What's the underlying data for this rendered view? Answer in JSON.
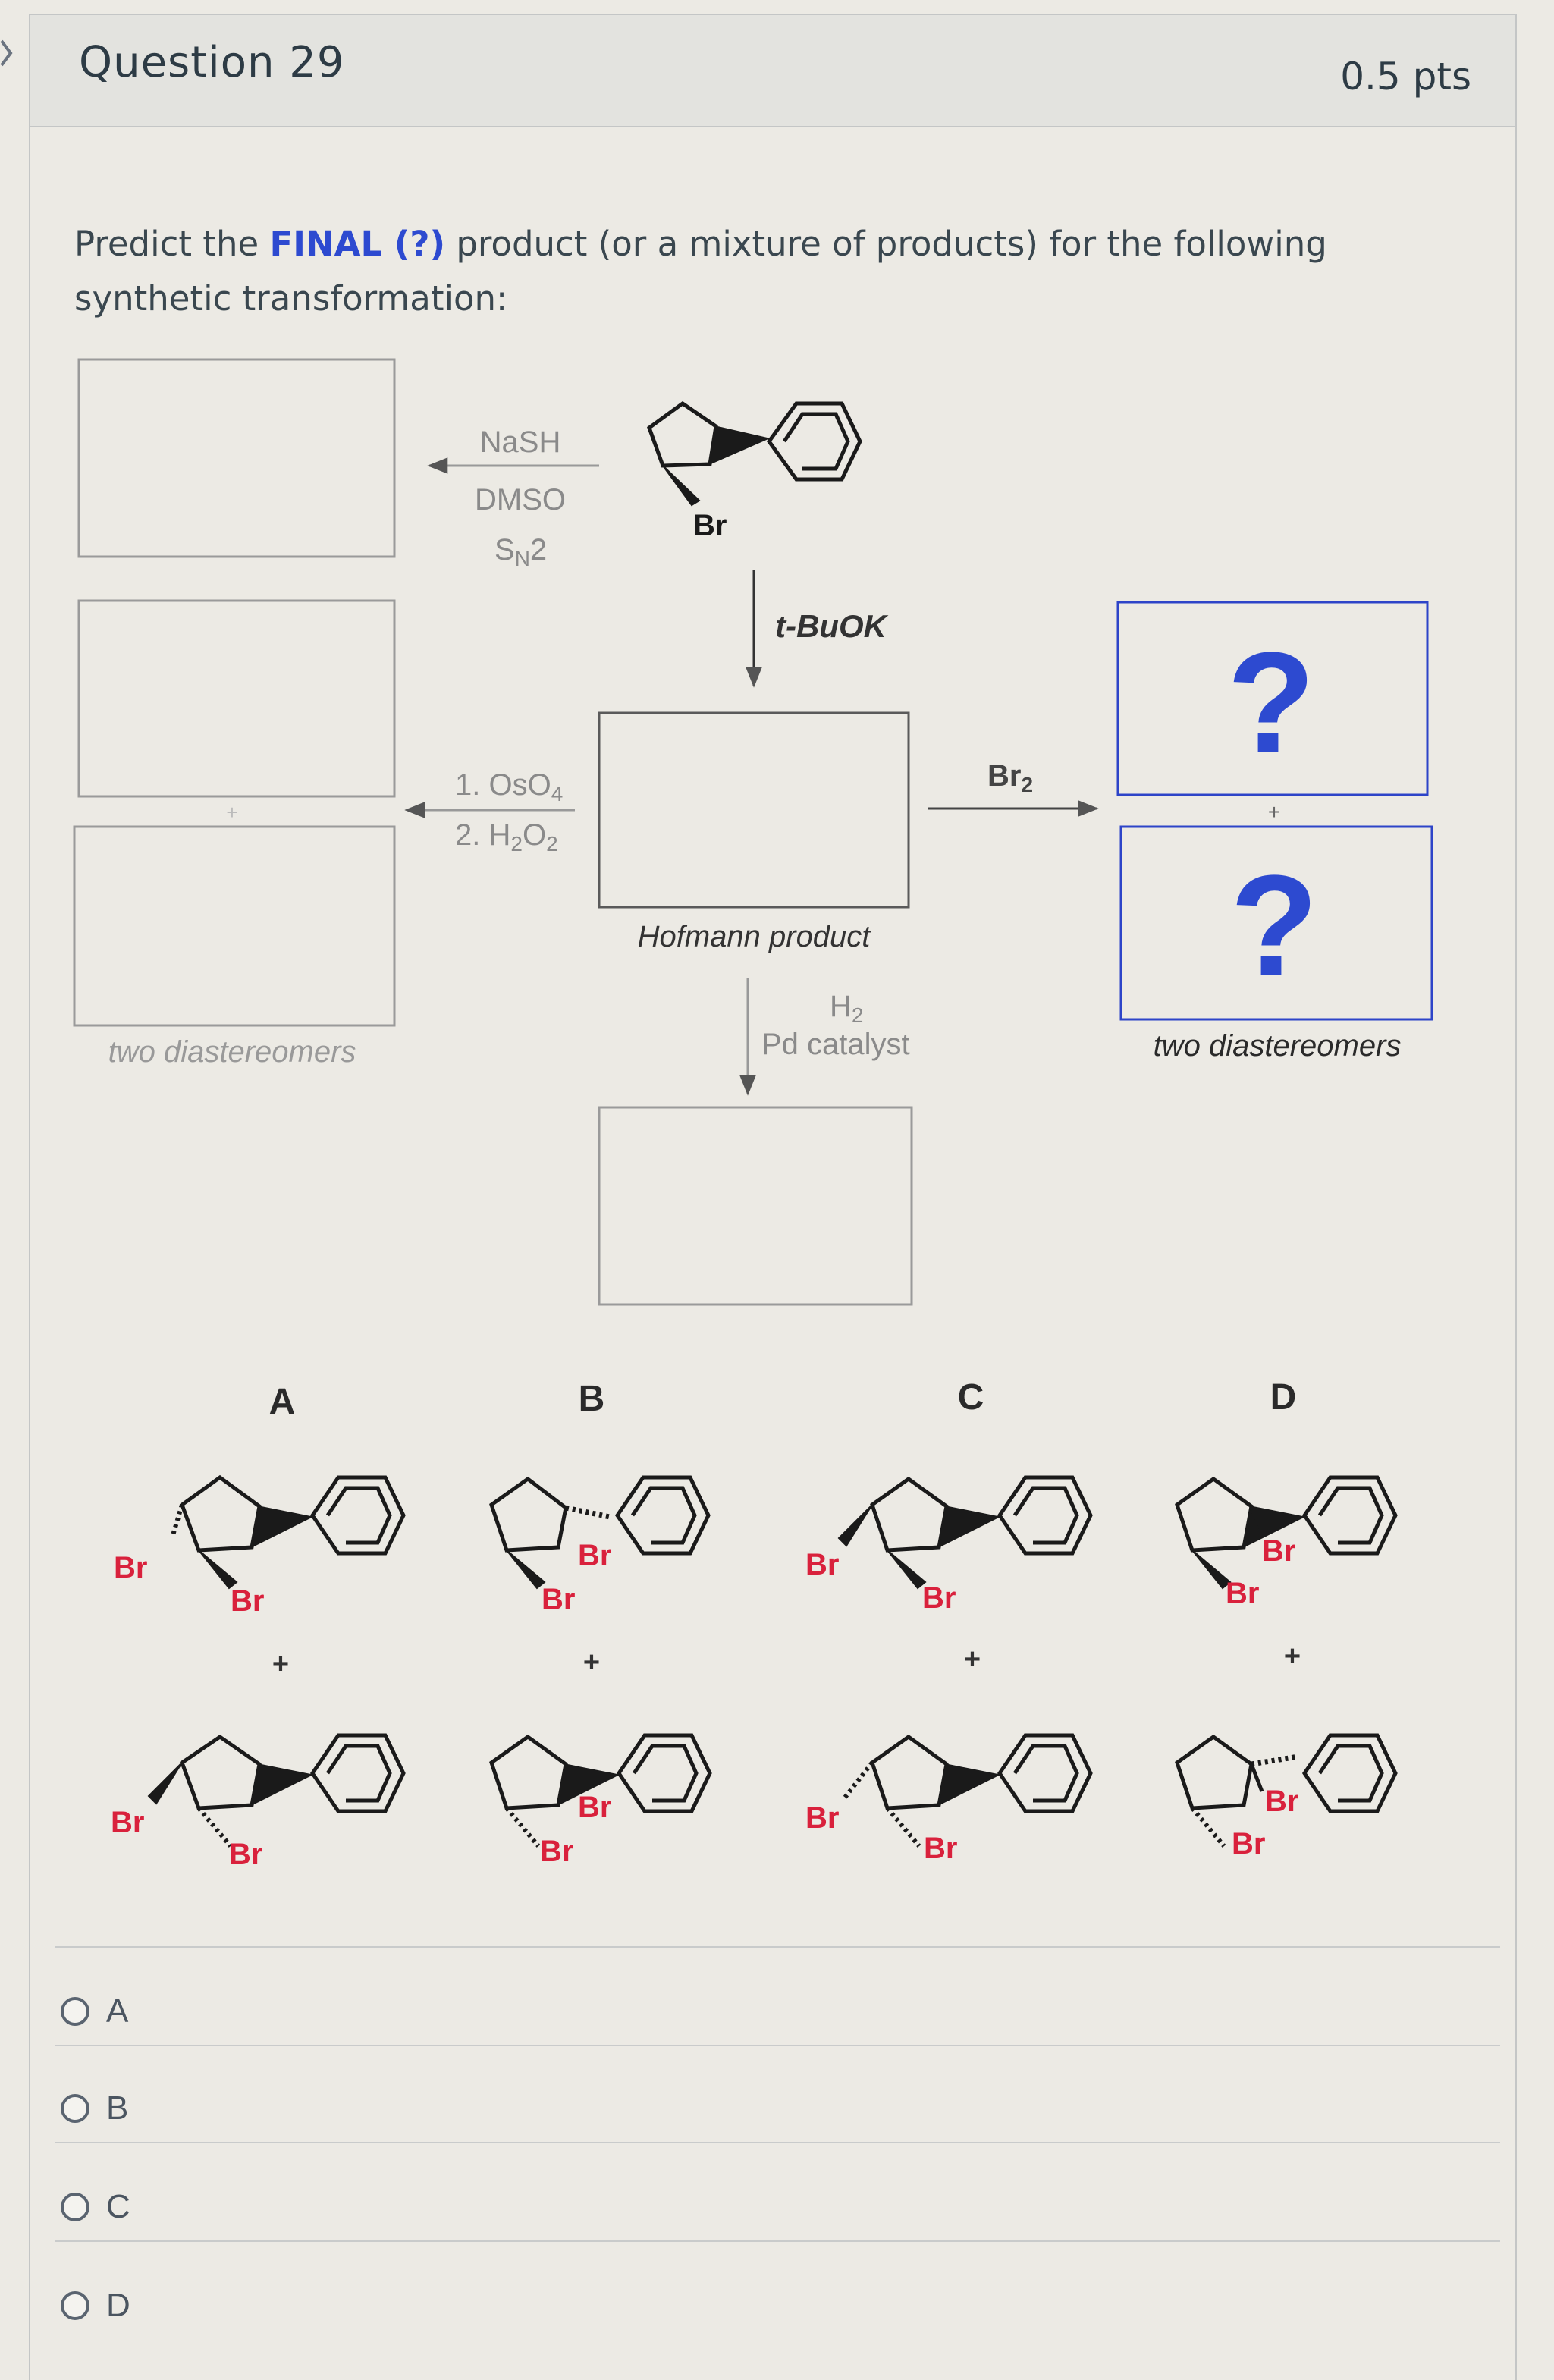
{
  "question": {
    "title": "Question 29",
    "points": "0.5 pts"
  },
  "prompt": {
    "before": "Predict the ",
    "highlight": "FINAL (?)",
    "after": " product (or a mixture of products) for the following synthetic transformation:"
  },
  "scheme": {
    "reagents_sn2": [
      "NaSH",
      "DMSO",
      "S",
      "N",
      "2"
    ],
    "reagent_base": "t-BuOK",
    "reagent_bromine": "Br",
    "reagent_bromine_sub": "2",
    "reagents_osmium": [
      "1. OsO",
      "4",
      "2. H",
      "2",
      "O",
      "2"
    ],
    "reagents_hydrogenation": [
      "H",
      "2",
      "Pd catalyst"
    ],
    "label_hofmann": "Hofmann product",
    "label_diastereomers": "two diastereomers",
    "unknown_mark": "?",
    "plus": "+",
    "atom_br": "Br"
  },
  "answer_choices": {
    "structure_letters": [
      "A",
      "B",
      "C",
      "D"
    ],
    "options": [
      "A",
      "B",
      "C",
      "D"
    ]
  },
  "colors": {
    "accent": "#2d4ad0",
    "bromine": "#d9213c",
    "text": "#2d3b45"
  }
}
